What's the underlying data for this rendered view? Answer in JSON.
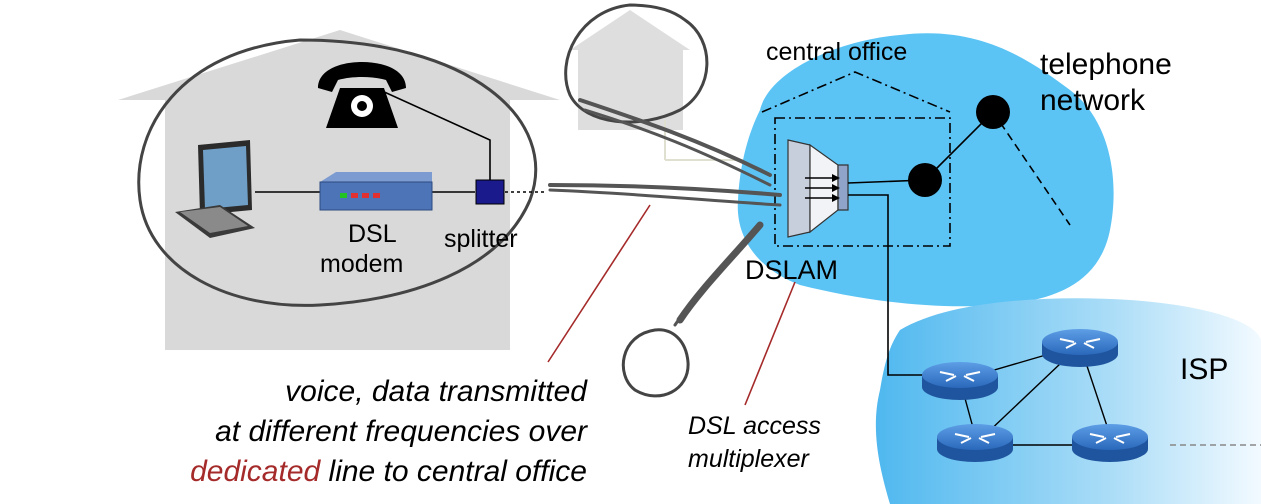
{
  "labels": {
    "central_office": "central office",
    "telephone_network_line1": "telephone",
    "telephone_network_line2": "network",
    "dsl_modem_line1": "DSL",
    "dsl_modem_line2": "modem",
    "splitter": "splitter",
    "dslam": "DSLAM",
    "isp": "ISP"
  },
  "caption": {
    "line1": "voice, data transmitted",
    "line2": "at different frequencies over",
    "line3_highlight": "dedicated",
    "line3_rest": " line to central office"
  },
  "dslam_caption": {
    "line1": "DSL access",
    "line2": "multiplexer"
  },
  "colors": {
    "cloud": "#5bc4f5",
    "house": "#d9d9d9",
    "modem": "#4e74b8",
    "splitter": "#1a1a8c",
    "router": "#2f6fc0",
    "caption_highlight": "#a52a2a"
  }
}
